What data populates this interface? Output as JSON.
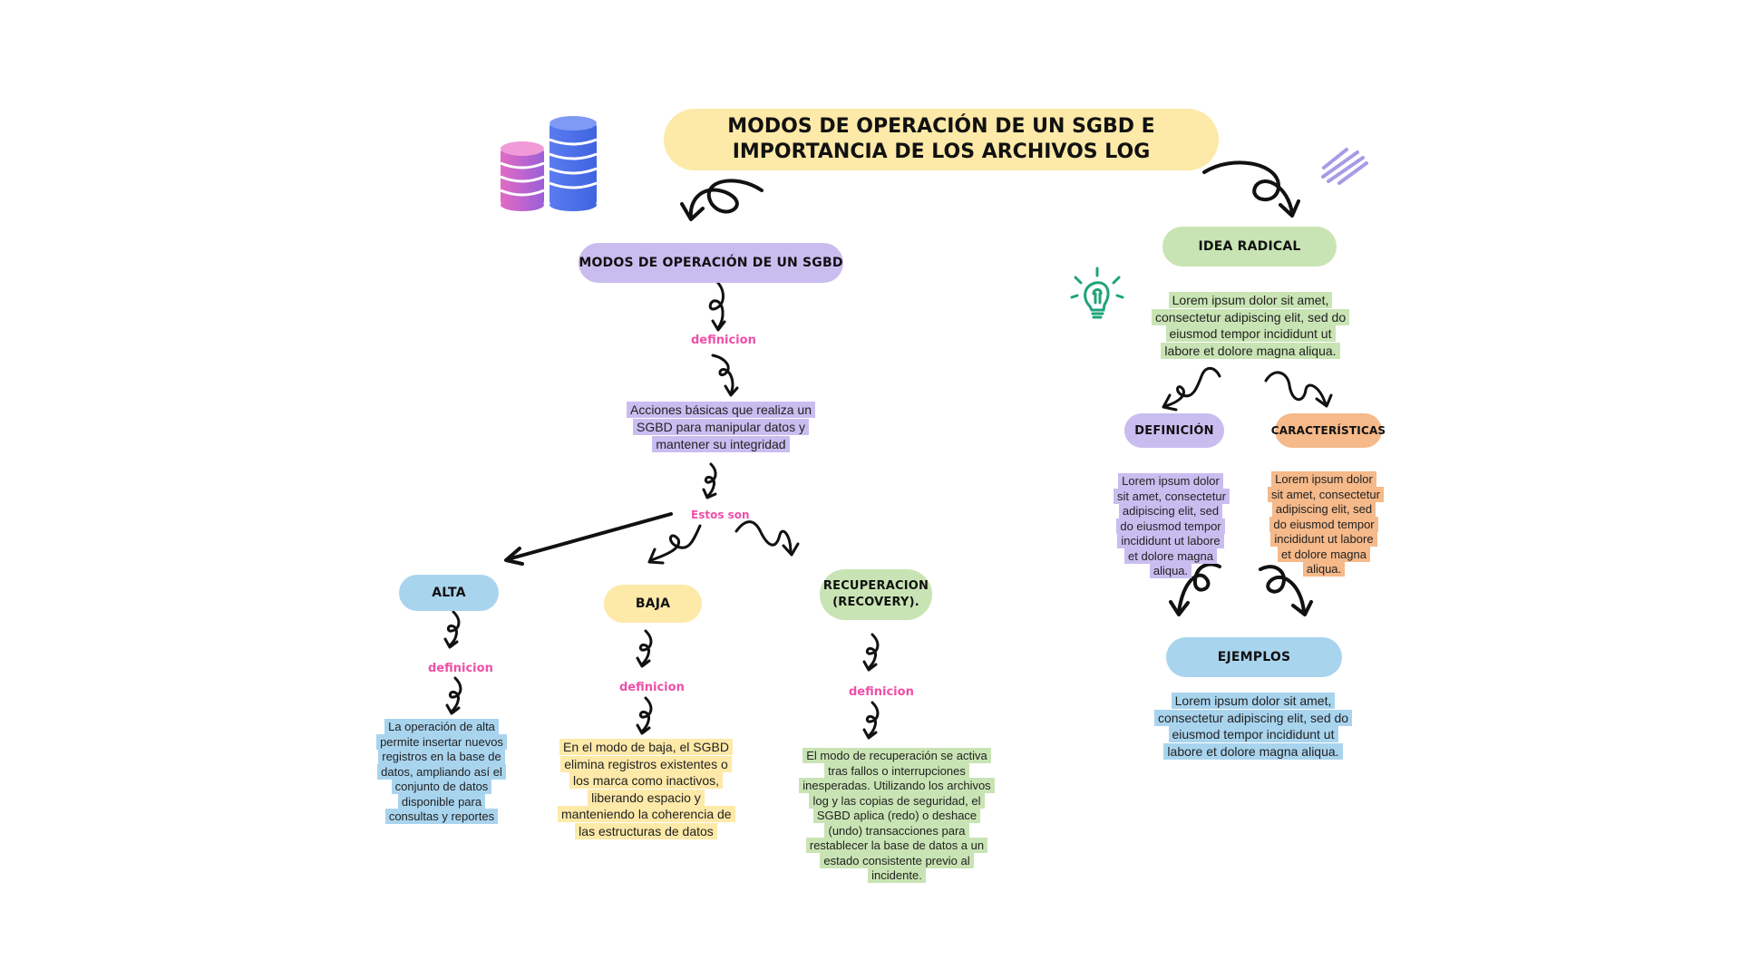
{
  "title": "MODOS DE OPERACIÓN DE UN SGBD E IMPORTANCIA DE LOS ARCHIVOS LOG",
  "left_branch": {
    "heading": "MODOS DE OPERACIÓN DE UN SGBD",
    "label_definicion": "definicion",
    "definition_text": "Acciones básicas que realiza un SGBD para manipular datos y mantener su integridad",
    "label_estos_son": "Estos son",
    "modes": [
      {
        "name": "ALTA",
        "label": "definicion",
        "text": "La operación de alta permite insertar nuevos registros en la base de datos, ampliando así el conjunto de datos disponible para consultas y reportes"
      },
      {
        "name": "BAJA",
        "label": "definicion",
        "text": "En el modo de baja, el SGBD elimina registros existentes o los marca como inactivos, liberando espacio y manteniendo la coherencia de las estructuras de datos"
      },
      {
        "name": "RECUPERACION (RECOVERY).",
        "label": "definicion",
        "text": "El modo de recuperación se activa tras fallos o interrupciones inesperadas. Utilizando los archivos log y las copias de seguridad, el SGBD aplica (redo) o deshace (undo) transacciones para restablecer la base de datos a un estado consistente previo al incidente."
      }
    ]
  },
  "right_branch": {
    "heading": "IDEA RADICAL",
    "intro_text": "Lorem ipsum dolor sit amet, consectetur adipiscing elit, sed do eiusmod tempor incididunt ut labore et dolore magna aliqua.",
    "definicion_heading": "DEFINICIÓN",
    "definicion_text": "Lorem ipsum dolor sit amet, consectetur adipiscing elit, sed do eiusmod tempor incididunt ut labore et dolore magna aliqua.",
    "caracteristicas_heading": "CARACTERÍSTICAS",
    "caracteristicas_text": "Lorem ipsum dolor sit amet, consectetur adipiscing elit, sed do eiusmod tempor incididunt ut labore et dolore magna aliqua.",
    "ejemplos_heading": "EJEMPLOS",
    "ejemplos_text": "Lorem ipsum dolor sit amet, consectetur adipiscing elit, sed do eiusmod tempor incididunt ut labore et dolore magna aliqua."
  },
  "icons": [
    "database-icon",
    "lightbulb-icon",
    "scribble-icon"
  ],
  "colors": {
    "yellow": "#fde9a8",
    "purple": "#c9bdf0",
    "blue": "#a9d4ee",
    "green": "#c9e4b4",
    "orange": "#f5b98a",
    "pink_label": "#ee4fa8"
  }
}
